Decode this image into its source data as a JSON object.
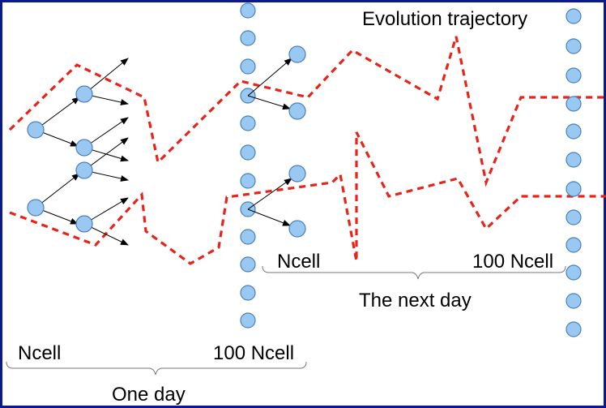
{
  "labels": {
    "evolution_trajectory": "Evolution trajectory",
    "ncell_left": "Ncell",
    "hundred_ncell_left": "100 Ncell",
    "one_day": "One day",
    "ncell_right": "Ncell",
    "hundred_ncell_right": "100 Ncell",
    "next_day": "The next day"
  },
  "colors": {
    "frame": "#0a1a8c",
    "cell_fill": "#99c8f2",
    "cell_stroke": "#4a80b8",
    "trajectory": "#e8231a",
    "arrow": "#000000"
  },
  "icons": {
    "cell": "circle",
    "growth": "arrow"
  }
}
